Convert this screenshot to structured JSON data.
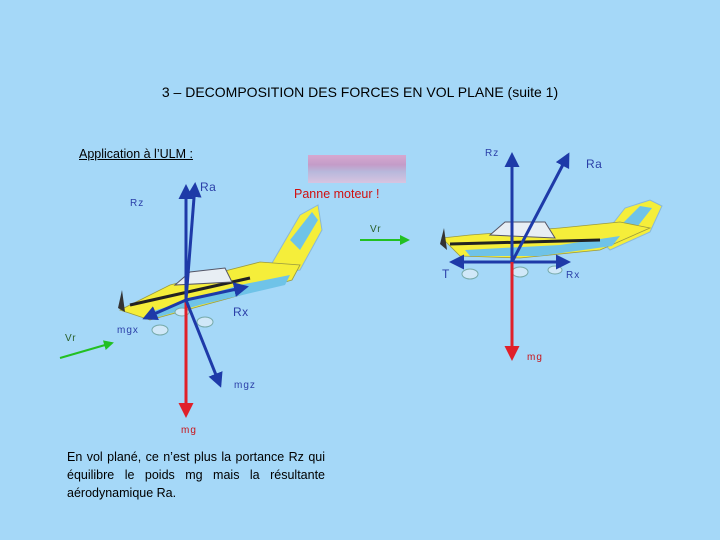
{
  "slide": {
    "title": "3 – DECOMPOSITION DES FORCES EN VOL PLANE (suite 1)",
    "application_label": "Application à l’ULM :",
    "engine_failure": "Panne moteur !",
    "caption": "En vol plané, ce n’est plus la portance Rz qui équilibre le poids mg mais la résultante aérodynamique Ra."
  },
  "left_diagram": {
    "labels": {
      "rz": "Rz",
      "ra": "Ra",
      "rx": "Rx",
      "vr": "Vr",
      "mgx": "mgx",
      "mgz": "mgz",
      "mg": "mg"
    }
  },
  "right_diagram": {
    "labels": {
      "rz": "Rz",
      "ra": "Ra",
      "vr": "Vr",
      "t": "T",
      "rx": "Rx",
      "mg": "mg"
    }
  },
  "colors": {
    "background": "#a5d8f8",
    "force_blue": "#1e3aa8",
    "weight_red": "#e0202a",
    "airflow_green": "#22c022",
    "wing_yellow": "#f5ee3a"
  }
}
